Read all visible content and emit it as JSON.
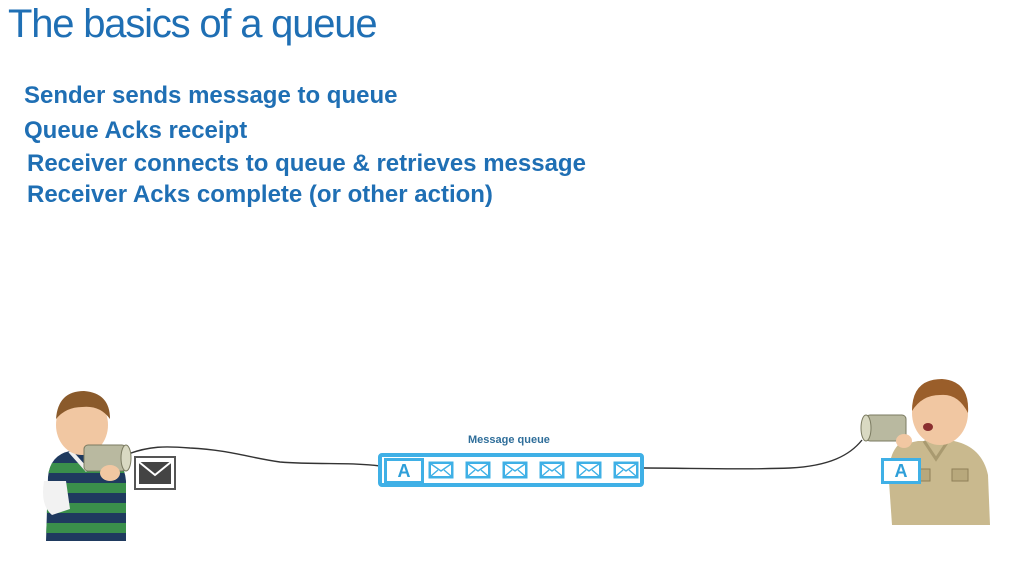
{
  "title": "The basics of a queue",
  "bullets": [
    "Sender sends message to queue",
    "Queue Acks receipt",
    "Receiver connects to queue & retrieves message",
    "Receiver Acks complete (or other action)"
  ],
  "queue": {
    "label": "Message queue",
    "ack_letter": "A",
    "message_count": 6
  },
  "receiver": {
    "ack_letter": "A"
  },
  "colors": {
    "title": "#1f6fb4",
    "bullet": "#1f6fb4",
    "queue_border": "#3fb0e6",
    "queue_label": "#2f6e9a",
    "envelope_fill": "#3fb0e6"
  },
  "icons": {
    "sender": "child-with-tin-can",
    "receiver": "child-with-tin-can",
    "message": "envelope-icon",
    "queue_message": "envelope-icon"
  }
}
